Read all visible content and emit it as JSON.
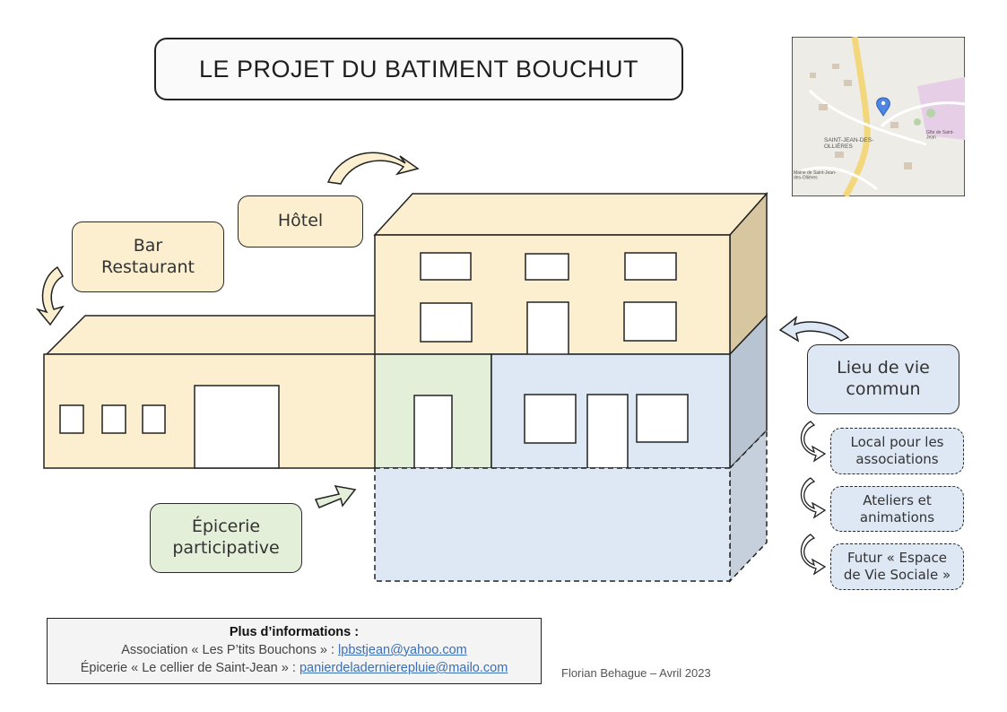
{
  "title": "LE PROJET DU BATIMENT BOUCHUT",
  "labels": {
    "hotel": "Hôtel",
    "bar_restaurant": "Bar\nRestaurant",
    "epicerie": "Épicerie\nparticipative",
    "lieu_de_vie": "Lieu de vie\ncommun",
    "local_associations": "Local pour les\nassociations",
    "ateliers": "Ateliers et\nanimations",
    "futur_evs": "Futur « Espace\nde Vie Sociale »"
  },
  "map": {
    "place_label": "SAINT-JEAN-DES-\nOLLIÈRES",
    "mairie_label": "Mairie de Saint-Jean-\ndes-Ollières",
    "side_label": "Gîte de Saint-\nJean"
  },
  "info": {
    "heading": "Plus d’informations :",
    "line1_text": "Association « Les P’tits Bouchons » : ",
    "line1_email": "lpbstjean@yahoo.com",
    "line2_text": "Épicerie « Le cellier de Saint-Jean » : ",
    "line2_email": "panierdeladernierepluie@mailo.com"
  },
  "credit": "Florian Behague – Avril 2023",
  "colors": {
    "yellow": "#fcefcf",
    "yellow_side": "#d8c6a0",
    "blue": "#dde8f4",
    "blue_side": "#b9c4d2",
    "green": "#e3efd9"
  }
}
